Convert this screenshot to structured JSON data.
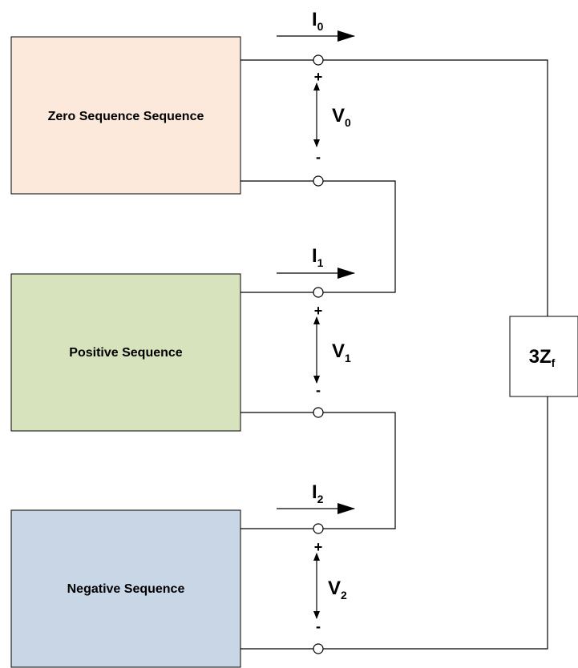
{
  "blocks": {
    "zero": {
      "label": "Zero Sequence Sequence",
      "color": "#FCE9DB"
    },
    "positive": {
      "label": "Positive Sequence",
      "color": "#D6E3BD"
    },
    "negative": {
      "label": "Negative  Sequence",
      "color": "#C9D6E6"
    }
  },
  "currents": [
    {
      "symbol": "I",
      "sub": "0"
    },
    {
      "symbol": "I",
      "sub": "1"
    },
    {
      "symbol": "I",
      "sub": "2"
    }
  ],
  "voltages": [
    {
      "symbol": "V",
      "sub": "0",
      "plus": "+",
      "minus": "-"
    },
    {
      "symbol": "V",
      "sub": "1",
      "plus": "+",
      "minus": "-"
    },
    {
      "symbol": "V",
      "sub": "2",
      "plus": "+",
      "minus": "-"
    }
  ],
  "impedance": {
    "main": "3Z",
    "sub": "f"
  }
}
